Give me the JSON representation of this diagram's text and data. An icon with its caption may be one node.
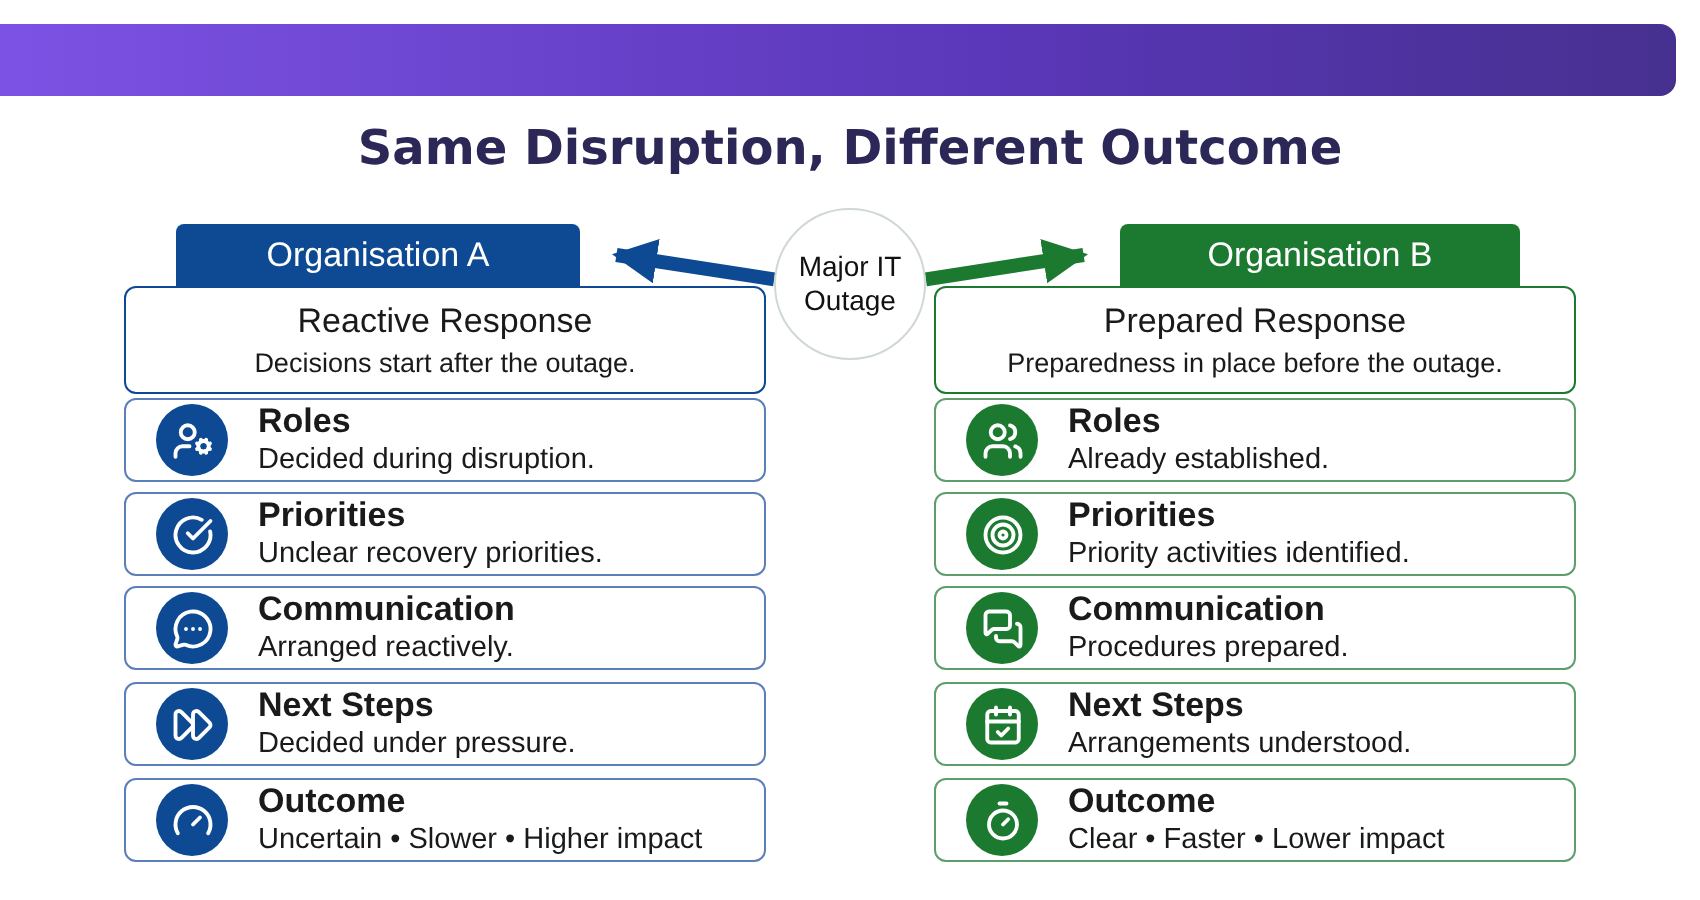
{
  "diagram": {
    "title": "Same Disruption, Different Outcome",
    "nodes": [
      {
        "text": [
          "Organisation A"
        ]
      },
      {
        "text": [
          "Reactive Response",
          "Decisions start after the outage."
        ]
      },
      {
        "text": [
          "Major IT Outage"
        ]
      },
      {
        "text": [
          "Organisation B"
        ]
      },
      {
        "text": [
          "Prepared Response",
          "Preparedness in place before the outage."
        ]
      },
      {
        "text": [
          "Roles",
          "Decided during disruption."
        ]
      },
      {
        "text": [
          "Priorities",
          "Unclear recovery priorities."
        ]
      },
      {
        "text": [
          "Communication",
          "Arranged reactively."
        ]
      },
      {
        "text": [
          "Next Steps",
          "Decided under pressure."
        ]
      },
      {
        "text": [
          "Outcome",
          "Uncertain • Slower • Higher impact"
        ]
      },
      {
        "text": [
          "Roles",
          "Already established."
        ]
      },
      {
        "text": [
          "Priorities",
          "Priority activities identified."
        ]
      },
      {
        "text": [
          "Communication",
          "Procedures prepared."
        ]
      },
      {
        "text": [
          "Next Steps",
          "Arrangements understood."
        ]
      },
      {
        "text": [
          "Outcome",
          "Clear • Faster • Lower impact"
        ]
      }
    ],
    "edges": [
      {
        "from": 2,
        "to": 0,
        "arrow": "to",
        "color": "#0d4a93"
      },
      {
        "from": 2,
        "to": 3,
        "arrow": "to",
        "color": "#1b7a30"
      }
    ]
  }
}
